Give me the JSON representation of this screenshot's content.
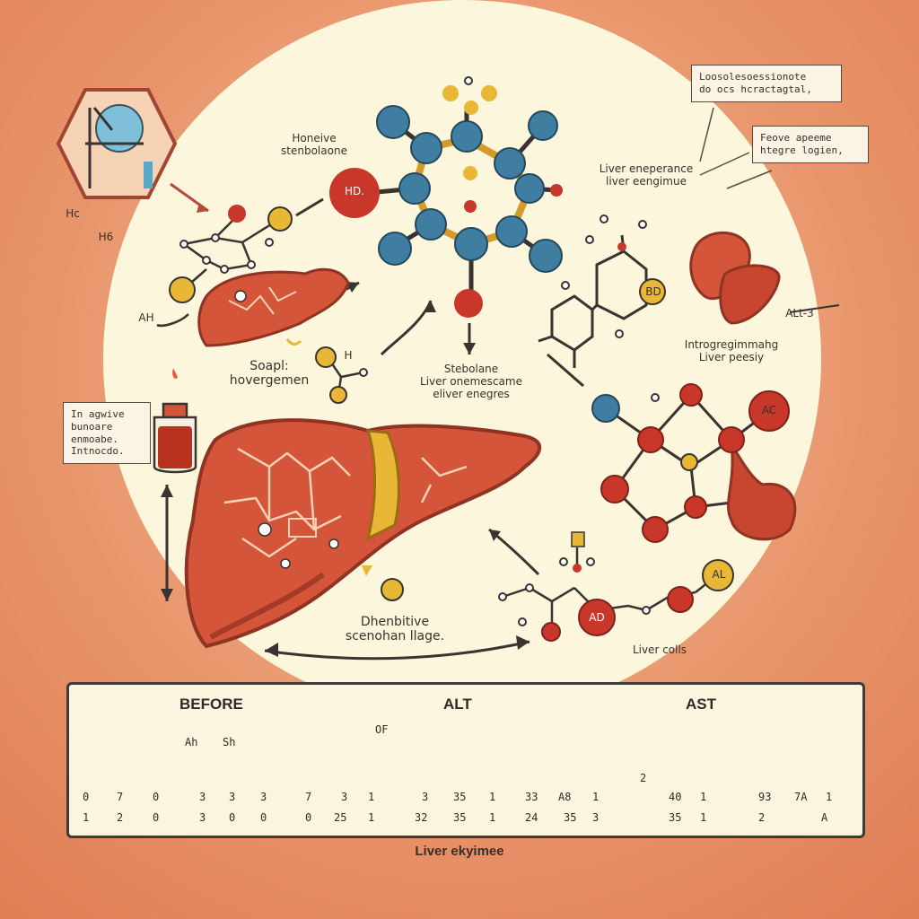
{
  "labels": {
    "top_left_a": "Honeive",
    "top_left_b": "stenbolaone",
    "hc": "Hc",
    "h6": "H6",
    "hd": "HD.",
    "soapl_a": "Soapl:",
    "soapl_b": "hovergemen",
    "stebolane_a": "Stebolane",
    "stebolane_b": "Liver onemescame",
    "stebolane_c": "eliver enegres",
    "liver_ene_a": "Liver eneperance",
    "liver_ene_b": "liver eengimue",
    "intro_a": "Introgregimmahg",
    "intro_b": "Liver peesiy",
    "alt3": "ALt-3",
    "ah_left": "AH",
    "dhenbive_a": "Dhenbitive",
    "dhenbive_b": "scenohan llage.",
    "liver_cells": "Liver colls",
    "h_mid": "H",
    "ac_node": "AC",
    "bd_node": "BD",
    "ad_node": "AD",
    "al_node": "AL"
  },
  "callouts": {
    "top_right_1": "Loosolesoessionote\ndo ocs hcractagtal,",
    "top_right_2": "Feove apeeme\nhtegre logien,",
    "left_mid": "In agwive\nbunoare\nenmoabe.\nIntnocdo."
  },
  "panel": {
    "headers": [
      "BEFORE",
      "ALT",
      "AST"
    ],
    "small_labels": [
      "Ah",
      "Sh",
      "OF",
      "2"
    ],
    "row1": [
      "0",
      "7",
      "0",
      "3",
      "3",
      "3",
      "7",
      "3",
      "1",
      "3",
      "35",
      "1",
      "33",
      "A8",
      "1",
      "40",
      "1",
      "93",
      "7A",
      "1"
    ],
    "row2": [
      "1",
      "2",
      "0",
      "3",
      "0",
      "0",
      "0",
      "25",
      "1",
      "32",
      "35",
      "1",
      "24",
      "35",
      "3",
      "35",
      "1",
      "2",
      "A"
    ]
  },
  "footer": "Liver ekyimee",
  "colors": {
    "background": "#e9966c",
    "halo": "#fbf6dc",
    "liver": "#d4553a",
    "liver_dark": "#a53a26",
    "atom_red": "#c8372a",
    "atom_blue": "#3f7ea1",
    "atom_yellow": "#e8b735",
    "bond_gold": "#d49a2a",
    "panel_red": "#e05a44",
    "panel_yellow": "#f2c74a",
    "panel_blue": "#72aed9"
  }
}
